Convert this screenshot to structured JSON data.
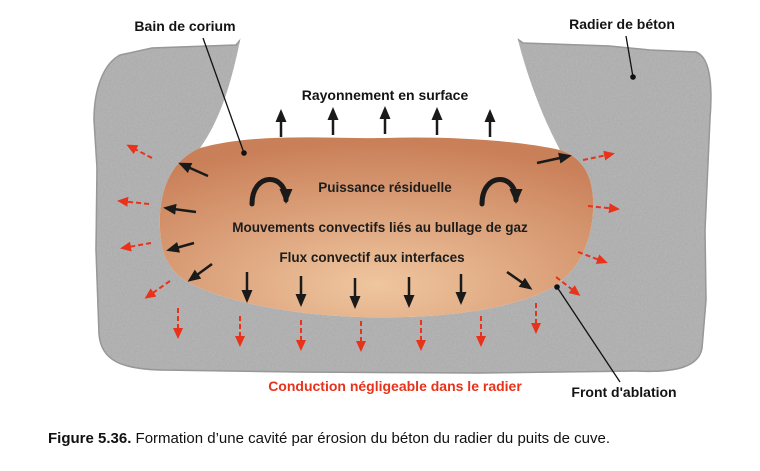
{
  "figure": {
    "labels": {
      "bain_de_corium": "Bain de corium",
      "radier_de_beton": "Radier de béton",
      "rayonnement": "Rayonnement en surface",
      "puissance": "Puissance résiduelle",
      "mouvements": "Mouvements convectifs liés au bullage de gaz",
      "flux": "Flux convectif aux interfaces",
      "conduction": "Conduction négligeable dans le radier",
      "front_ablation": "Front d'ablation"
    },
    "colors": {
      "concrete": "#b7b7b7",
      "concrete_edge": "#8f8f8f",
      "corium_outer": "#c97f58",
      "corium_inner": "#efc69f",
      "arrow_black": "#1a1a1a",
      "red_accent": "#e8321a",
      "white_cavity": "#ffffff"
    },
    "caption": {
      "number": "Figure 5.36.",
      "text": "Formation d’une cavité par érosion du béton du radier du puits de cuve."
    }
  }
}
